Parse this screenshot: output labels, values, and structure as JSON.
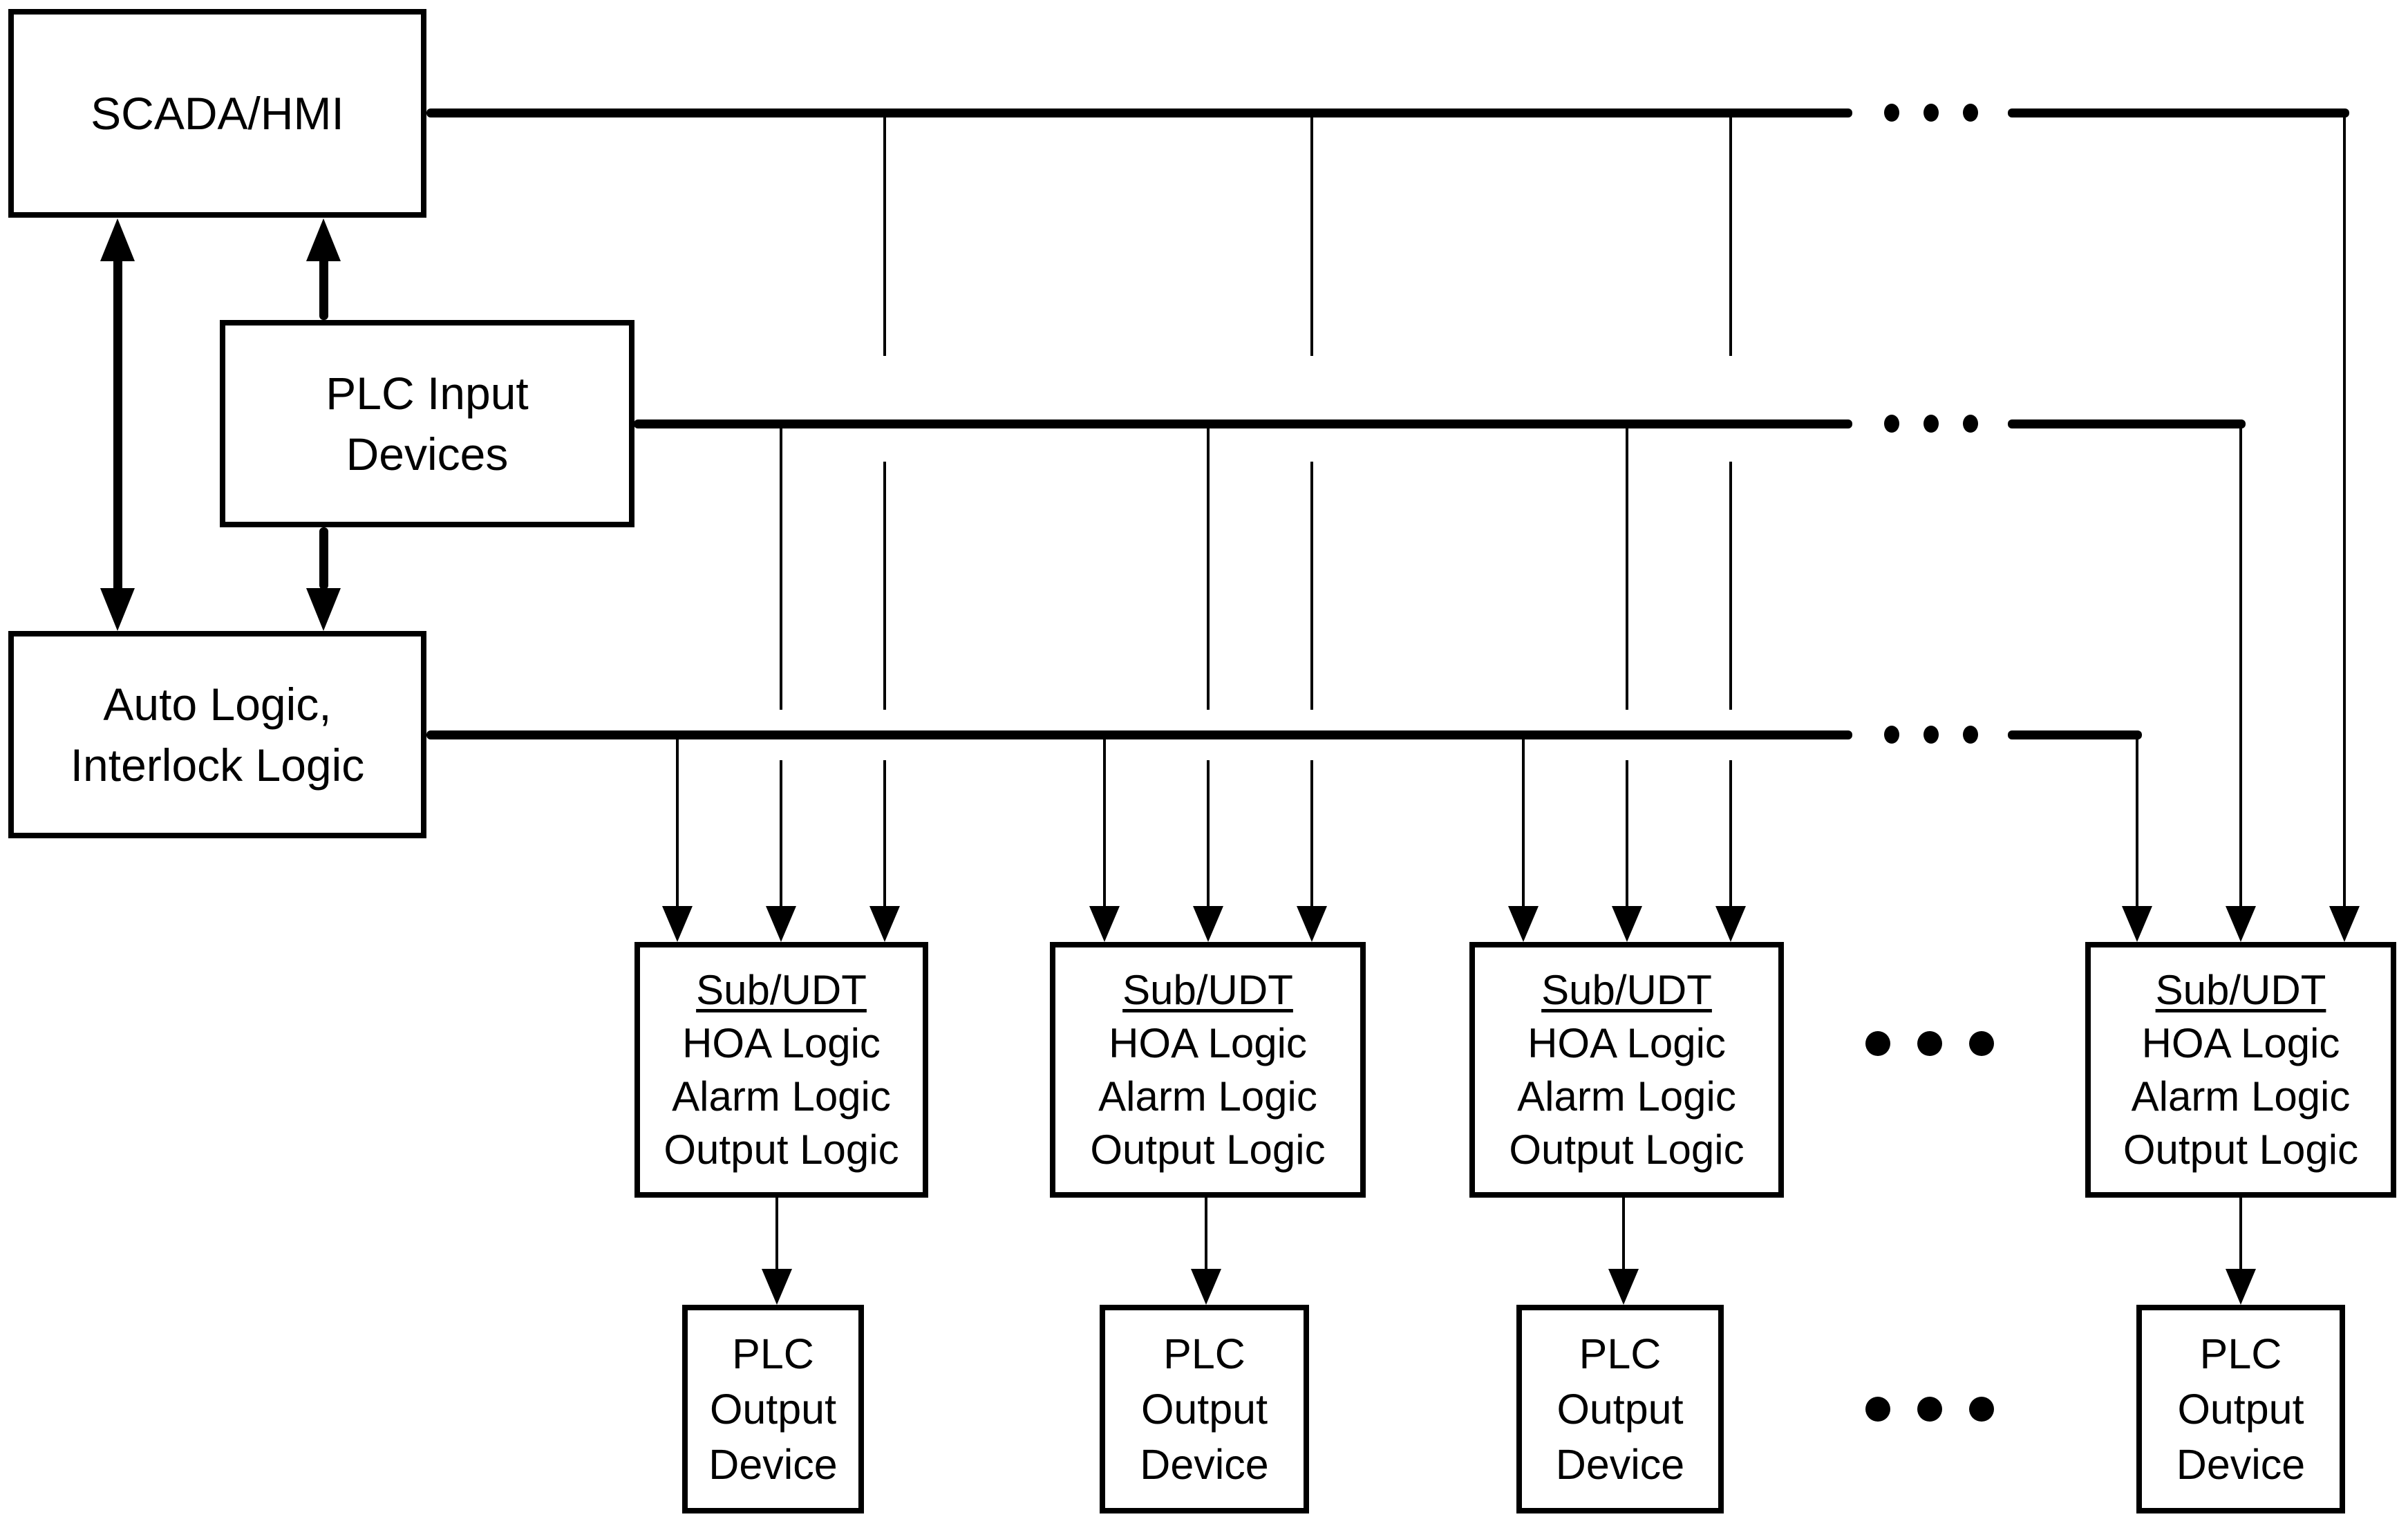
{
  "diagram": {
    "background_color": "#ffffff",
    "ink_color": "#000000",
    "nodes": {
      "scada": {
        "label": "SCADA/HMI"
      },
      "plc_input": {
        "lines": [
          "PLC Input",
          "Devices"
        ]
      },
      "auto_logic": {
        "lines": [
          "Auto Logic,",
          "Interlock Logic"
        ]
      },
      "sub_udt": {
        "title": "Sub/UDT",
        "items": [
          "HOA Logic",
          "Alarm Logic",
          "Output Logic"
        ]
      },
      "plc_output": {
        "lines": [
          "PLC",
          "Output",
          "Device"
        ]
      }
    },
    "ellipsis": {
      "dot_count_per_group": 3
    }
  }
}
